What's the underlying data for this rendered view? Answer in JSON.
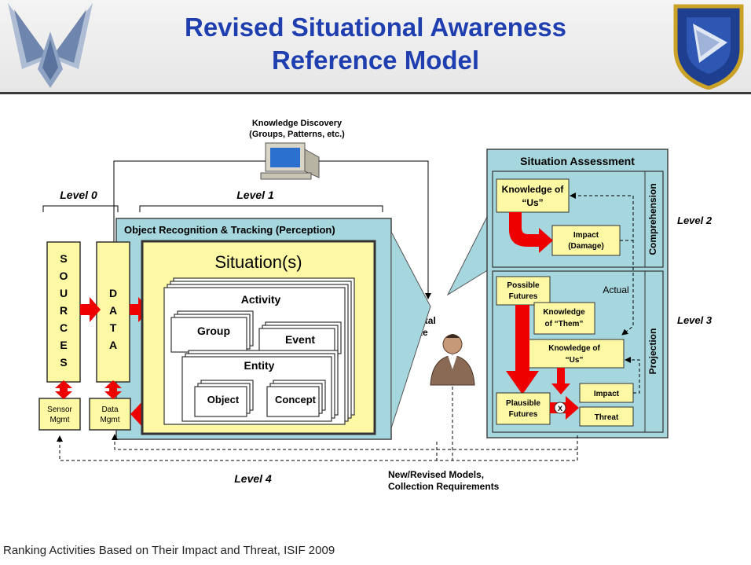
{
  "header": {
    "title_line1": "Revised Situational Awareness",
    "title_line2": "Reference Model"
  },
  "colors": {
    "title_blue": "#1f3fb0",
    "panel_teal": "#a6d6de",
    "box_yellow": "#fdf8a4",
    "arrow_red": "#ee0000"
  },
  "icons": [
    "air-force-wings-logo",
    "research-lab-shield-logo",
    "computer-icon",
    "person-icon"
  ],
  "diagram": {
    "knowledge_discovery": {
      "line1": "Knowledge Discovery",
      "line2": "(Groups, Patterns, etc.)"
    },
    "levels": {
      "level0": "Level 0",
      "level1": "Level 1",
      "level2": "Level 2",
      "level3": "Level 3",
      "level4": "Level 4"
    },
    "perception_title": "Object Recognition & Tracking (Perception)",
    "sources": [
      "S",
      "O",
      "U",
      "R",
      "C",
      "E",
      "S"
    ],
    "data_letters": [
      "D",
      "A",
      "T",
      "A"
    ],
    "sensor_mgmt": {
      "line1": "Sensor",
      "line2": "Mgmt"
    },
    "data_mgmt": {
      "line1": "Data",
      "line2": "Mgmt"
    },
    "situations": "Situation(s)",
    "activity": "Activity",
    "group": "Group",
    "event": "Event",
    "entity": "Entity",
    "object": "Object",
    "concept": "Concept",
    "mental_state": {
      "line1": "A Mental",
      "line2": "State"
    },
    "situation_assessment": "Situation Assessment",
    "comprehension": "Comprehension",
    "projection": "Projection",
    "knowledge_of_us": {
      "line1": "Knowledge of",
      "line2": "“Us”"
    },
    "impact_damage": {
      "line1": "Impact",
      "line2": "(Damage)"
    },
    "possible_futures": {
      "line1": "Possible",
      "line2": "Futures"
    },
    "actual": "Actual",
    "knowledge_of_them": {
      "line1": "Knowledge",
      "line2": "of “Them”"
    },
    "knowledge_of_us_2": {
      "line1": "Knowledge of",
      "line2": "“Us”"
    },
    "plausible_futures": {
      "line1": "Plausible",
      "line2": "Futures"
    },
    "impact": "Impact",
    "threat": "Threat",
    "x_mark": "X",
    "new_models": {
      "line1": "New/Revised Models,",
      "line2": "Collection Requirements"
    }
  },
  "footer": "Ranking Activities Based on Their Impact and Threat, ISIF 2009"
}
